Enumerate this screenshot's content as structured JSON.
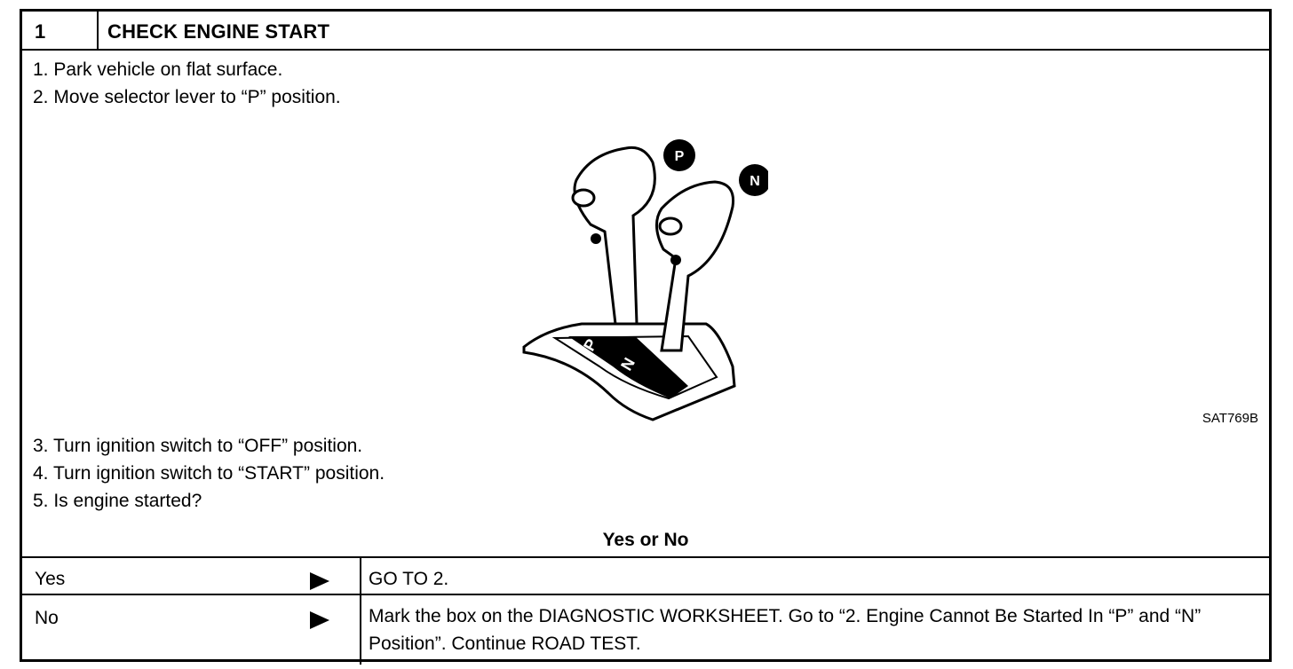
{
  "header": {
    "step_number": "1",
    "title": "CHECK ENGINE START"
  },
  "steps_before": [
    "1.  Park vehicle on flat surface.",
    "2.  Move selector lever to “P” position."
  ],
  "figure": {
    "code": "SAT769B",
    "badge_p": "P",
    "badge_n": "N",
    "gate_p": "P",
    "gate_n": "N"
  },
  "steps_after": [
    "3.  Turn ignition switch to “OFF” position.",
    "4.  Turn ignition switch to “START” position.",
    "5.  Is engine started?"
  ],
  "question": "Yes or No",
  "answers": [
    {
      "label": "Yes",
      "result": "GO TO 2."
    },
    {
      "label": "No",
      "result": "Mark the box on the DIAGNOSTIC WORKSHEET. Go to “2. Engine Cannot Be Started In “P” and “N” Position”. Continue ROAD TEST."
    }
  ]
}
